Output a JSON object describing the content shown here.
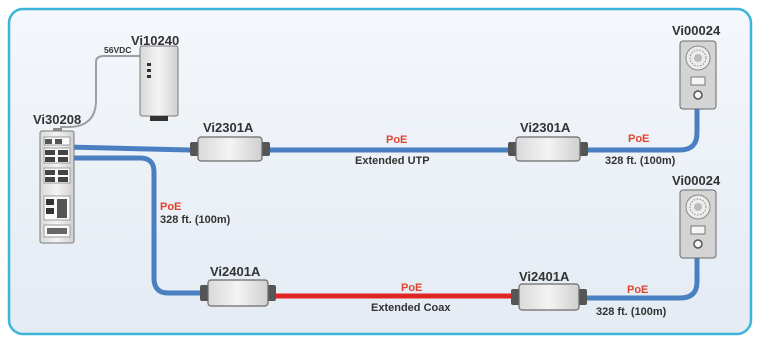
{
  "devices": {
    "switch": {
      "model": "Vi30208"
    },
    "power_supply": {
      "model": "Vi10240",
      "voltage": "56VDC"
    },
    "utp_extender_left": {
      "model": "Vi2301A"
    },
    "utp_extender_right": {
      "model": "Vi2301A"
    },
    "coax_extender_left": {
      "model": "Vi2401A"
    },
    "coax_extender_right": {
      "model": "Vi2401A"
    },
    "intercom_top": {
      "model": "Vi00024"
    },
    "intercom_bottom": {
      "model": "Vi00024"
    }
  },
  "links": {
    "utp_middle": {
      "poe": "PoE",
      "caption": "Extended UTP"
    },
    "utp_end": {
      "poe": "PoE",
      "distance": "328 ft. (100m)"
    },
    "switch_to_coax": {
      "poe": "PoE",
      "distance": "328 ft. (100m)"
    },
    "coax_middle": {
      "poe": "PoE",
      "caption": "Extended Coax"
    },
    "coax_end": {
      "poe": "PoE",
      "distance": "328 ft. (100m)"
    }
  },
  "colors": {
    "frame": "#3cb4dc",
    "background": "#eef3f8",
    "ethernet_cable": "#4a7fc1",
    "coax_cable": "#e02424",
    "power_cable": "#9aa0a6",
    "poe_label": "#e0442e",
    "text": "#333333"
  }
}
